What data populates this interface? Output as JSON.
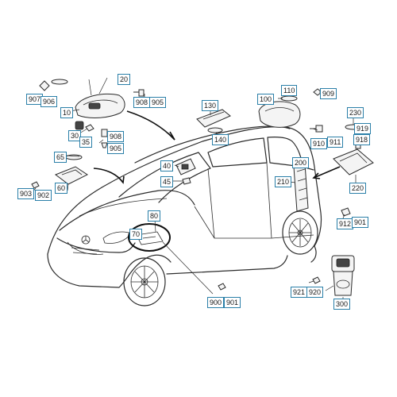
{
  "colors": {
    "label_border": "#2a7fa8",
    "line": "#2b2b2b",
    "background": "#ffffff"
  },
  "labels": {
    "l907": "907",
    "l906": "906",
    "l10": "10",
    "l20": "20",
    "l908a": "908",
    "l905a": "905",
    "l30": "30",
    "l35": "35",
    "l908b": "908",
    "l905b": "905",
    "l65": "65",
    "l903": "903",
    "l902": "902",
    "l60": "60",
    "l130": "130",
    "l140": "140",
    "l40": "40",
    "l45": "45",
    "l80": "80",
    "l70": "70",
    "l900": "900",
    "l901a": "901",
    "l110": "110",
    "l100": "100",
    "l909": "909",
    "l910": "910",
    "l911": "911",
    "l230": "230",
    "l919": "919",
    "l918": "918",
    "l220": "220",
    "l200": "200",
    "l210": "210",
    "l912": "912",
    "l901b": "901",
    "l921": "921",
    "l920": "920",
    "l300": "300"
  }
}
